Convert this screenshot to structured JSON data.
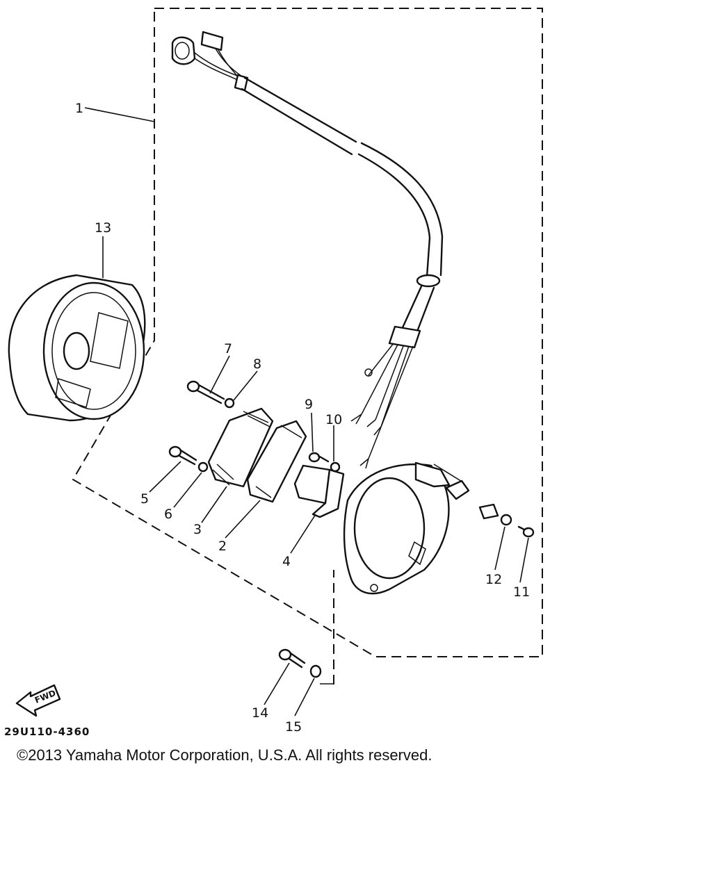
{
  "callouts": [
    {
      "id": "1",
      "label": "1"
    },
    {
      "id": "2",
      "label": "2"
    },
    {
      "id": "3",
      "label": "3"
    },
    {
      "id": "4",
      "label": "4"
    },
    {
      "id": "5",
      "label": "5"
    },
    {
      "id": "6",
      "label": "6"
    },
    {
      "id": "7",
      "label": "7"
    },
    {
      "id": "8",
      "label": "8"
    },
    {
      "id": "9",
      "label": "9"
    },
    {
      "id": "10",
      "label": "10"
    },
    {
      "id": "11",
      "label": "11"
    },
    {
      "id": "12",
      "label": "12"
    },
    {
      "id": "13",
      "label": "13"
    },
    {
      "id": "14",
      "label": "14"
    },
    {
      "id": "15",
      "label": "15"
    }
  ],
  "fwd_label": "FWD",
  "reference_code": "29U110-4360",
  "copyright": "©2013 Yamaha Motor Corporation, U.S.A. All rights reserved."
}
